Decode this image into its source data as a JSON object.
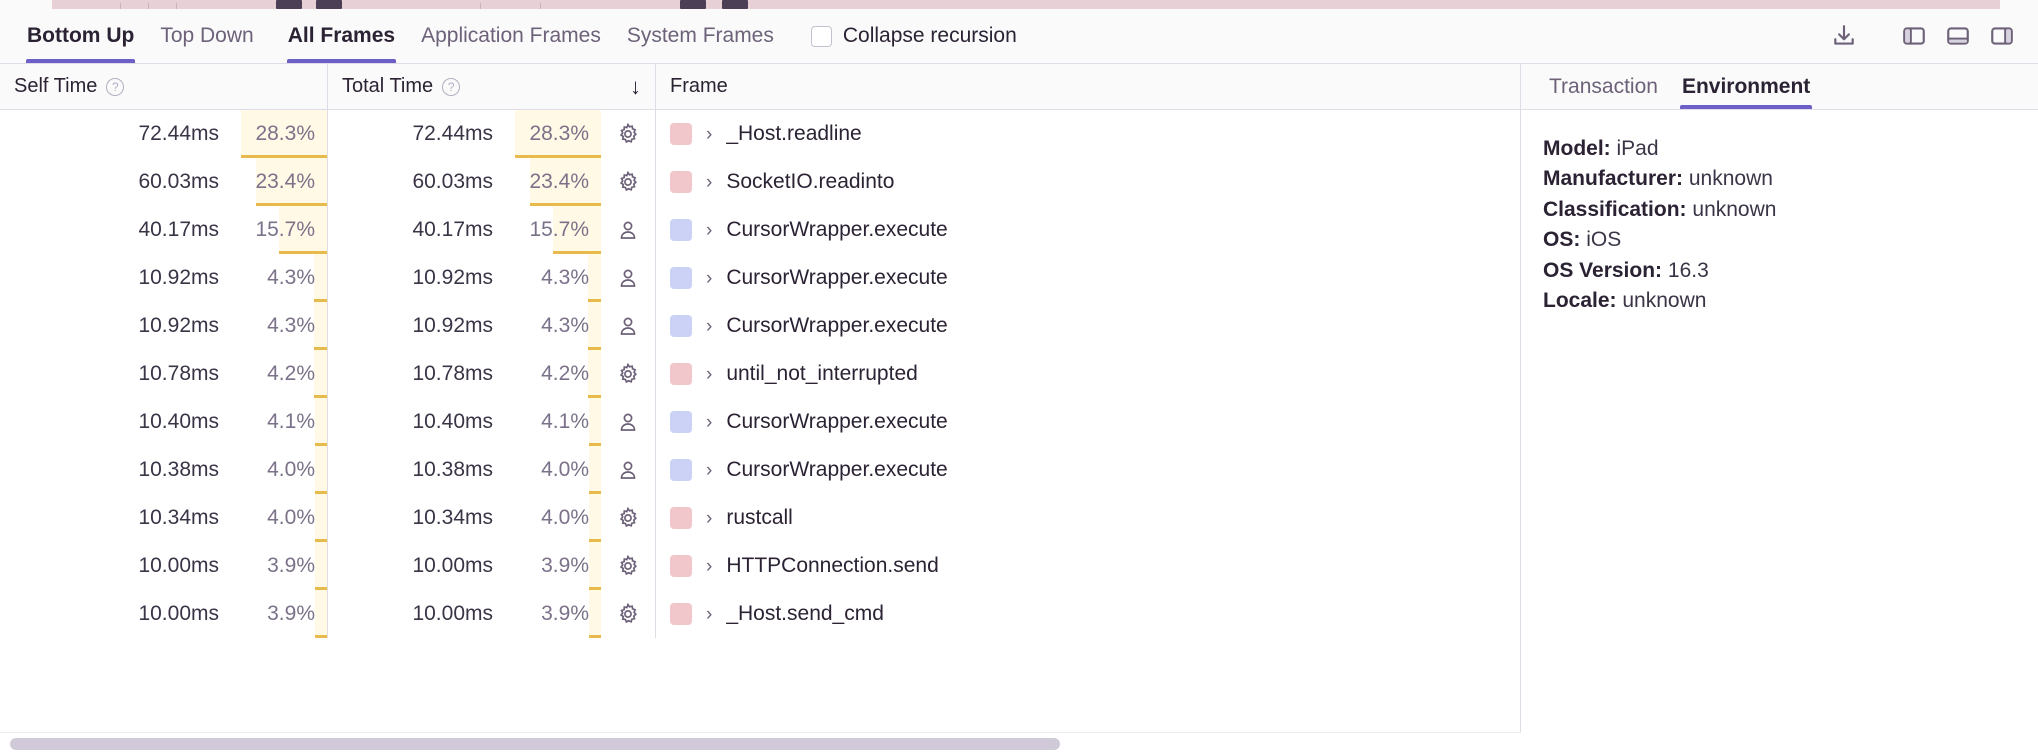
{
  "toolbar": {
    "tabs": [
      {
        "label": "Bottom Up",
        "active": true
      },
      {
        "label": "Top Down",
        "active": false
      }
    ],
    "frame_tabs": [
      {
        "label": "All Frames",
        "active": true
      },
      {
        "label": "Application Frames",
        "active": false
      },
      {
        "label": "System Frames",
        "active": false
      }
    ],
    "collapse_recursion": {
      "label": "Collapse recursion",
      "checked": false
    },
    "icons": [
      {
        "name": "download-icon"
      },
      {
        "name": "left-panel-icon"
      },
      {
        "name": "bottom-panel-icon"
      },
      {
        "name": "right-panel-icon"
      }
    ]
  },
  "table": {
    "columns": {
      "self_time": "Self Time",
      "total_time": "Total Time",
      "frame": "Frame",
      "sort_indicator": "↓"
    },
    "rows": [
      {
        "self_time": "72.44ms",
        "self_pct": "28.3%",
        "self_pct_value": 28.3,
        "total_time": "72.44ms",
        "total_pct": "28.3%",
        "total_pct_value": 28.3,
        "kind": "system",
        "swatch": "#f2c7cc",
        "frame": "_Host.readline"
      },
      {
        "self_time": "60.03ms",
        "self_pct": "23.4%",
        "self_pct_value": 23.4,
        "total_time": "60.03ms",
        "total_pct": "23.4%",
        "total_pct_value": 23.4,
        "kind": "system",
        "swatch": "#f2c7cc",
        "frame": "SocketIO.readinto"
      },
      {
        "self_time": "40.17ms",
        "self_pct": "15.7%",
        "self_pct_value": 15.7,
        "total_time": "40.17ms",
        "total_pct": "15.7%",
        "total_pct_value": 15.7,
        "kind": "application",
        "swatch": "#ccd2f5",
        "frame": "CursorWrapper.execute"
      },
      {
        "self_time": "10.92ms",
        "self_pct": "4.3%",
        "self_pct_value": 4.3,
        "total_time": "10.92ms",
        "total_pct": "4.3%",
        "total_pct_value": 4.3,
        "kind": "application",
        "swatch": "#ccd2f5",
        "frame": "CursorWrapper.execute"
      },
      {
        "self_time": "10.92ms",
        "self_pct": "4.3%",
        "self_pct_value": 4.3,
        "total_time": "10.92ms",
        "total_pct": "4.3%",
        "total_pct_value": 4.3,
        "kind": "application",
        "swatch": "#ccd2f5",
        "frame": "CursorWrapper.execute"
      },
      {
        "self_time": "10.78ms",
        "self_pct": "4.2%",
        "self_pct_value": 4.2,
        "total_time": "10.78ms",
        "total_pct": "4.2%",
        "total_pct_value": 4.2,
        "kind": "system",
        "swatch": "#f2c7cc",
        "frame": "until_not_interrupted"
      },
      {
        "self_time": "10.40ms",
        "self_pct": "4.1%",
        "self_pct_value": 4.1,
        "total_time": "10.40ms",
        "total_pct": "4.1%",
        "total_pct_value": 4.1,
        "kind": "application",
        "swatch": "#ccd2f5",
        "frame": "CursorWrapper.execute"
      },
      {
        "self_time": "10.38ms",
        "self_pct": "4.0%",
        "self_pct_value": 4.0,
        "total_time": "10.38ms",
        "total_pct": "4.0%",
        "total_pct_value": 4.0,
        "kind": "application",
        "swatch": "#ccd2f5",
        "frame": "CursorWrapper.execute"
      },
      {
        "self_time": "10.34ms",
        "self_pct": "4.0%",
        "self_pct_value": 4.0,
        "total_time": "10.34ms",
        "total_pct": "4.0%",
        "total_pct_value": 4.0,
        "kind": "system",
        "swatch": "#f2c7cc",
        "frame": "rustcall"
      },
      {
        "self_time": "10.00ms",
        "self_pct": "3.9%",
        "self_pct_value": 3.9,
        "total_time": "10.00ms",
        "total_pct": "3.9%",
        "total_pct_value": 3.9,
        "kind": "system",
        "swatch": "#f2c7cc",
        "frame": "HTTPConnection.send"
      },
      {
        "self_time": "10.00ms",
        "self_pct": "3.9%",
        "self_pct_value": 3.9,
        "total_time": "10.00ms",
        "total_pct": "3.9%",
        "total_pct_value": 3.9,
        "kind": "system",
        "swatch": "#f2c7cc",
        "frame": "_Host.send_cmd"
      }
    ]
  },
  "details": {
    "tabs": [
      {
        "label": "Transaction",
        "active": false
      },
      {
        "label": "Environment",
        "active": true
      }
    ],
    "environment": [
      {
        "key": "Model:",
        "value": "iPad"
      },
      {
        "key": "Manufacturer:",
        "value": "unknown"
      },
      {
        "key": "Classification:",
        "value": "unknown"
      },
      {
        "key": "OS:",
        "value": "iOS"
      },
      {
        "key": "OS Version:",
        "value": "16.3"
      },
      {
        "key": "Locale:",
        "value": "unknown"
      }
    ]
  },
  "colors": {
    "accent": "#6c5fc7",
    "pct_bg": "#fff9e6",
    "pct_bar": "#e8ba4c",
    "flame_strip": "#e7d0d6",
    "system_swatch": "#f2c7cc",
    "application_swatch": "#ccd2f5"
  }
}
